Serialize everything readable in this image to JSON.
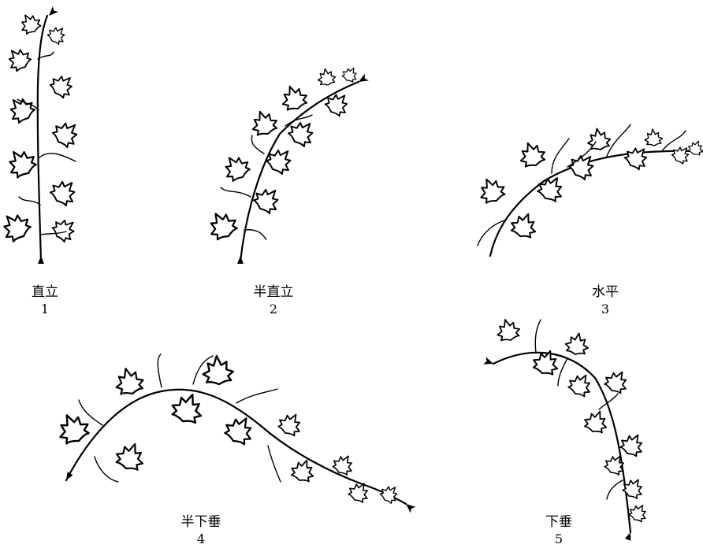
{
  "figures": [
    {
      "label": "直立",
      "number": "1"
    },
    {
      "label": "半直立",
      "number": "2"
    },
    {
      "label": "水平",
      "number": "3"
    },
    {
      "label": "半下垂",
      "number": "4"
    },
    {
      "label": "下垂",
      "number": "5"
    }
  ]
}
